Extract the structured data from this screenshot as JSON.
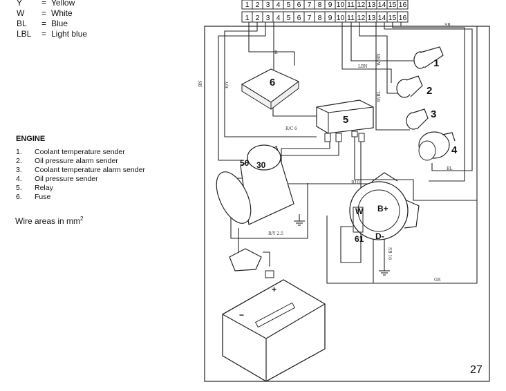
{
  "legend": [
    {
      "code": "Y",
      "meaning": "Yellow"
    },
    {
      "code": "W",
      "meaning": "White"
    },
    {
      "code": "BL",
      "meaning": "Blue"
    },
    {
      "code": "LBL",
      "meaning": "Light blue"
    }
  ],
  "engine": {
    "title": "ENGINE",
    "items": [
      {
        "num": "1.",
        "label": "Coolant temperature sender"
      },
      {
        "num": "2.",
        "label": "Oil pressure alarm sender"
      },
      {
        "num": "3.",
        "label": "Coolant temperature alarm sender"
      },
      {
        "num": "4.",
        "label": "Oil pressure sender"
      },
      {
        "num": "5.",
        "label": "Relay"
      },
      {
        "num": "6.",
        "label": "Fuse"
      }
    ],
    "wire_area_text": "Wire areas in mm",
    "wire_area_sup": "2"
  },
  "diagram": {
    "terminals_top": [
      "1",
      "2",
      "3",
      "4",
      "5",
      "6",
      "7",
      "8",
      "9",
      "10",
      "11",
      "12",
      "13",
      "14",
      "15",
      "16"
    ],
    "terminals_bottom": [
      "1",
      "2",
      "3",
      "4",
      "5",
      "6",
      "7",
      "8",
      "9",
      "10",
      "11",
      "12",
      "13",
      "14",
      "15",
      "16"
    ],
    "components": {
      "sender1": "1",
      "sender2": "2",
      "sender3": "3",
      "sender4": "4",
      "relay": "5",
      "fuse": "6"
    },
    "starter_terms": {
      "t50": "50",
      "t30": "30"
    },
    "alternator_terms": {
      "w": "W",
      "bplus": "B+",
      "dminus": "D-",
      "t61": "61"
    },
    "battery_terms": {
      "plus": "+",
      "minus": "−"
    },
    "wire_codes": {
      "bn": "BN",
      "ry": "R/Y",
      "r": "R",
      "lbn": "LBN",
      "wbn": "W/BN",
      "wbl": "W/BL",
      "sb": "SB",
      "rc6": "R/C 6",
      "r10": "R10",
      "ry25": "R/Y 2.5",
      "sb16": "SB 16",
      "gr": "GR",
      "bl": "BL"
    }
  },
  "page_number": "27"
}
